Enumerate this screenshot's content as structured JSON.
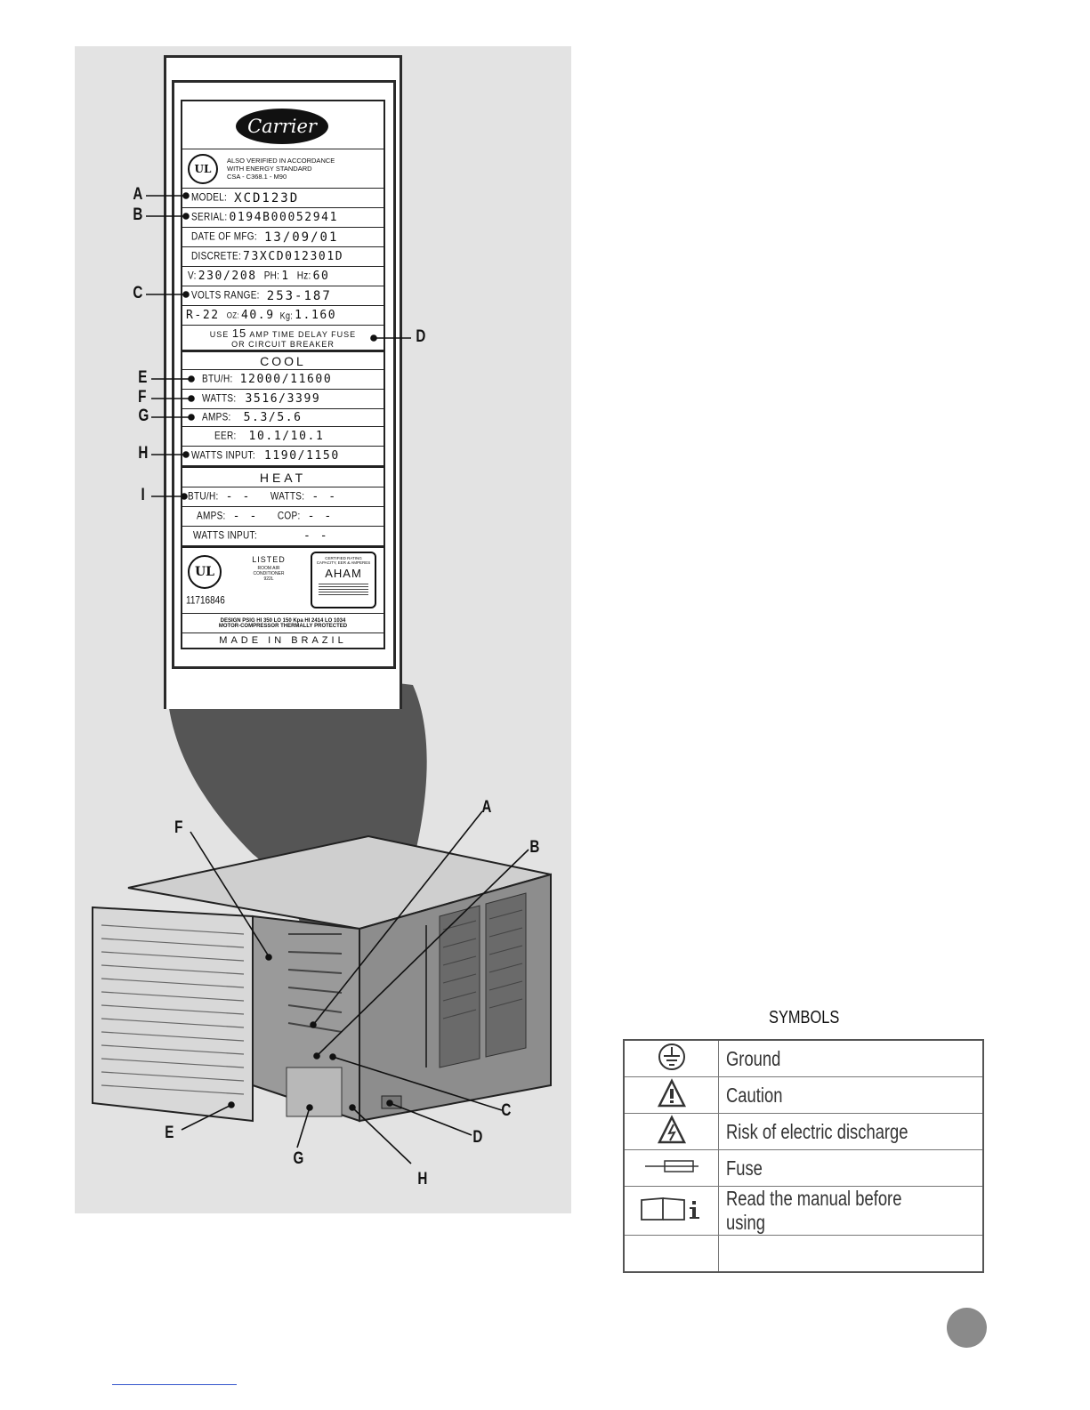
{
  "label_plate": {
    "brand": "Carrier",
    "verification": [
      "ALSO VERIFIED IN ACCORDANCE",
      "WITH ENERGY STANDARD",
      "CSA - C368.1 - M90"
    ],
    "model_key": "MODEL:",
    "model": "XCD123D",
    "serial_key": "SERIAL:",
    "serial": "0194B00052941",
    "date_key": "DATE OF MFG:",
    "date": "13/09/01",
    "discrete_key": "DISCRETE:",
    "discrete": "73XCD012301D",
    "v_key": "V:",
    "v": "230/208",
    "ph_key": "PH:",
    "ph": "1",
    "hz_key": "Hz:",
    "hz": "60",
    "volts_range_key": "VOLTS RANGE:",
    "volts_range": "253-187",
    "refrigerant": "R-22",
    "oz_key": "OZ:",
    "oz": "40.9",
    "kg_key": "Kg:",
    "kg": "1.160",
    "fuse_line1_a": "USE",
    "fuse_amp": "15",
    "fuse_line1_b": "AMP TIME DELAY FUSE",
    "fuse_line2": "OR CIRCUIT BREAKER",
    "cool_header": "COOL",
    "cool_btu_key": "BTU/H:",
    "cool_btu": "12000/11600",
    "cool_watts_key": "WATTS:",
    "cool_watts": "3516/3399",
    "cool_amps_key": "AMPS:",
    "cool_amps": "5.3/5.6",
    "cool_eer_key": "EER:",
    "cool_eer": "10.1/10.1",
    "cool_watts_input_key": "WATTS INPUT:",
    "cool_watts_input": "1190/1150",
    "heat_header": "HEAT",
    "heat_btu_key": "BTU/H:",
    "heat_btu": "- -",
    "heat_watts_key": "WATTS:",
    "heat_watts": "- -",
    "heat_amps_key": "AMPS:",
    "heat_amps": "- -",
    "heat_cop_key": "COP:",
    "heat_cop": "- -",
    "heat_watts_input_key": "WATTS INPUT:",
    "heat_watts_input": "- -",
    "ul_mark": "UL",
    "listed": "LISTED",
    "listed_sub1": "ROOM AIR",
    "listed_sub2": "CONDITIONER",
    "listed_sub3": "922L",
    "aham_top1": "CERTIFIED RATING",
    "aham_top2": "CAPACITY, EER & AMPERES",
    "aham": "AHAM",
    "file_number": "11716846",
    "design_psig": "DESIGN PSIG HI 350 LO 150 Kpa HI 2414 LO 1034",
    "motor_note": "MOTOR-COMPRESSOR THERMALLY PROTECTED",
    "made_in": "MADE IN BRAZIL"
  },
  "callouts_label": [
    "A",
    "B",
    "C",
    "D",
    "E",
    "F",
    "G",
    "H",
    "I"
  ],
  "callouts_unit": [
    "A",
    "B",
    "C",
    "D",
    "E",
    "F",
    "G",
    "H"
  ],
  "symbols": {
    "title": "SYMBOLS",
    "rows": [
      {
        "icon": "ground-icon",
        "label": "Ground"
      },
      {
        "icon": "caution-icon",
        "label": "Caution"
      },
      {
        "icon": "electric-discharge-icon",
        "label": "Risk of electric discharge"
      },
      {
        "icon": "fuse-icon",
        "label": "Fuse"
      },
      {
        "icon": "manual-icon",
        "label": "Read the manual before using"
      },
      {
        "icon": "",
        "label": ""
      }
    ]
  }
}
